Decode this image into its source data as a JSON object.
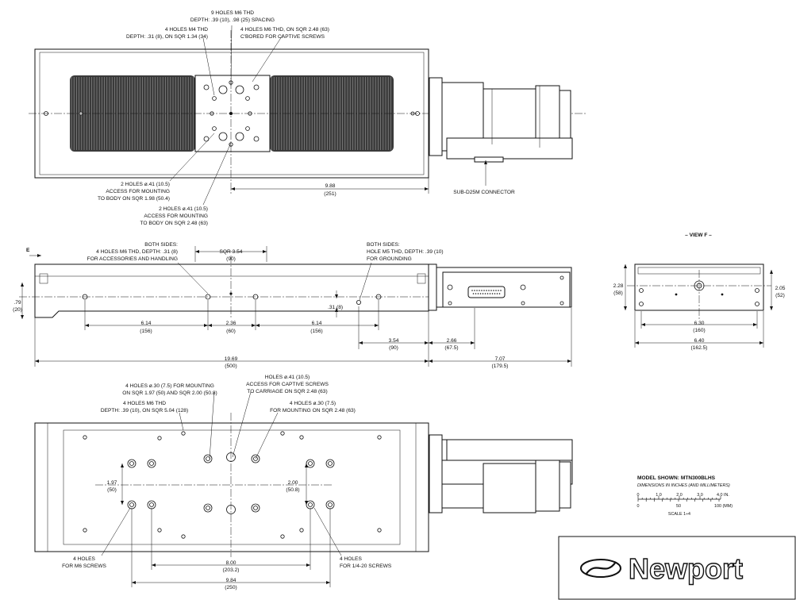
{
  "top_view": {
    "label_holes_m6_spacing": [
      "9 HOLES M6 THD",
      "DEPTH: .39 (10), .98 (25) SPACING"
    ],
    "label_holes_m4": [
      "4 HOLES M4 THD",
      "DEPTH: .31 (8), ON SQR 1.34 (34)"
    ],
    "label_holes_m6_cbored": [
      "4 HOLES M6 THD, ON SQR 2.48 (63)",
      "C'BORED FOR CAPTIVE SCREWS"
    ],
    "label_access_198": [
      "2 HOLES ø.41 (10.5)",
      "ACCESS FOR MOUNTING",
      "TO BODY ON SQR 1.98 (50.4)"
    ],
    "label_access_248": [
      "2 HOLES ø.41 (10.5)",
      "ACCESS FOR MOUNTING",
      "TO BODY ON SQR 2.48 (63)"
    ],
    "dim_988": [
      "9.88",
      "(251)"
    ],
    "connector_label": "SUB-D25M CONNECTOR"
  },
  "side_view": {
    "section_mark": "E",
    "label_both_sides_left": [
      "BOTH SIDES:",
      "4 HOLES M6 THD, DEPTH: .31 (8)",
      "FOR ACCESSORIES AND HANDLING"
    ],
    "label_both_sides_right": [
      "BOTH SIDES:",
      "HOLE M5 THD, DEPTH: .39 (10)",
      "FOR GROUNDING"
    ],
    "dim_sqr_354": [
      "SQR 3.54",
      "(90)"
    ],
    "dim_079": [
      ".79",
      "(20)"
    ],
    "dim_031": ".31 (8)",
    "dim_614_left": [
      "6.14",
      "(156)"
    ],
    "dim_236": [
      "2.36",
      "(60)"
    ],
    "dim_614_right": [
      "6.14",
      "(156)"
    ],
    "dim_354": [
      "3.54",
      "(90)"
    ],
    "dim_266": [
      "2.66",
      "(67.5)"
    ],
    "dim_1969": [
      "19.69",
      "(500)"
    ],
    "dim_707": [
      "7.07",
      "(179.5)"
    ]
  },
  "view_f": {
    "title": "– VIEW F –",
    "dim_228": [
      "2.28",
      "(58)"
    ],
    "dim_205": [
      "2.05",
      "(52)"
    ],
    "dim_630": [
      "6.30",
      "(160)"
    ],
    "dim_640": [
      "6.40",
      "(162.5)"
    ]
  },
  "bottom_view": {
    "label_holes_030_mount": [
      "4 HOLES ø.30 (7.5) FOR MOUNTING",
      "ON SQR 1.97 (50) AND SQR 2.00 (50.8)"
    ],
    "label_holes_m6_128": [
      "4 HOLES M6 THD",
      "DEPTH: .39 (10), ON SQR 5.04 (128)"
    ],
    "label_holes_041": [
      "HOLES ø.41 (10.5)",
      "ACCESS FOR CAPTIVE SCREWS",
      "TO CARRIAGE ON SQR 2.48 (63)"
    ],
    "label_holes_030_248": [
      "4 HOLES ø.30 (7.5)",
      "FOR MOUNTING ON SQR 2.48 (63)"
    ],
    "dim_197": [
      "1.97",
      "(50)"
    ],
    "dim_200": [
      "2.00",
      "(50.8)"
    ],
    "label_m6_screws": [
      "4 HOLES",
      "FOR M6 SCREWS"
    ],
    "label_1420_screws": [
      "4 HOLES",
      "FOR 1/4-20 SCREWS"
    ],
    "dim_800": [
      "8.00",
      "(203.2)"
    ],
    "dim_984": [
      "9.84",
      "(250)"
    ]
  },
  "info_block": {
    "model": "MODEL SHOWN: MTN300BLHS",
    "units_note": "DIMENSIONS IN INCHES (AND MILLIMETERS)",
    "scale_in_labels": [
      "0",
      "1.0",
      "2.0",
      "3.0",
      "4.0 IN."
    ],
    "scale_mm_labels": [
      "0",
      "50",
      "100 (MM)"
    ],
    "scale": "SCALE 1÷4"
  },
  "brand": {
    "name": "Newport"
  }
}
